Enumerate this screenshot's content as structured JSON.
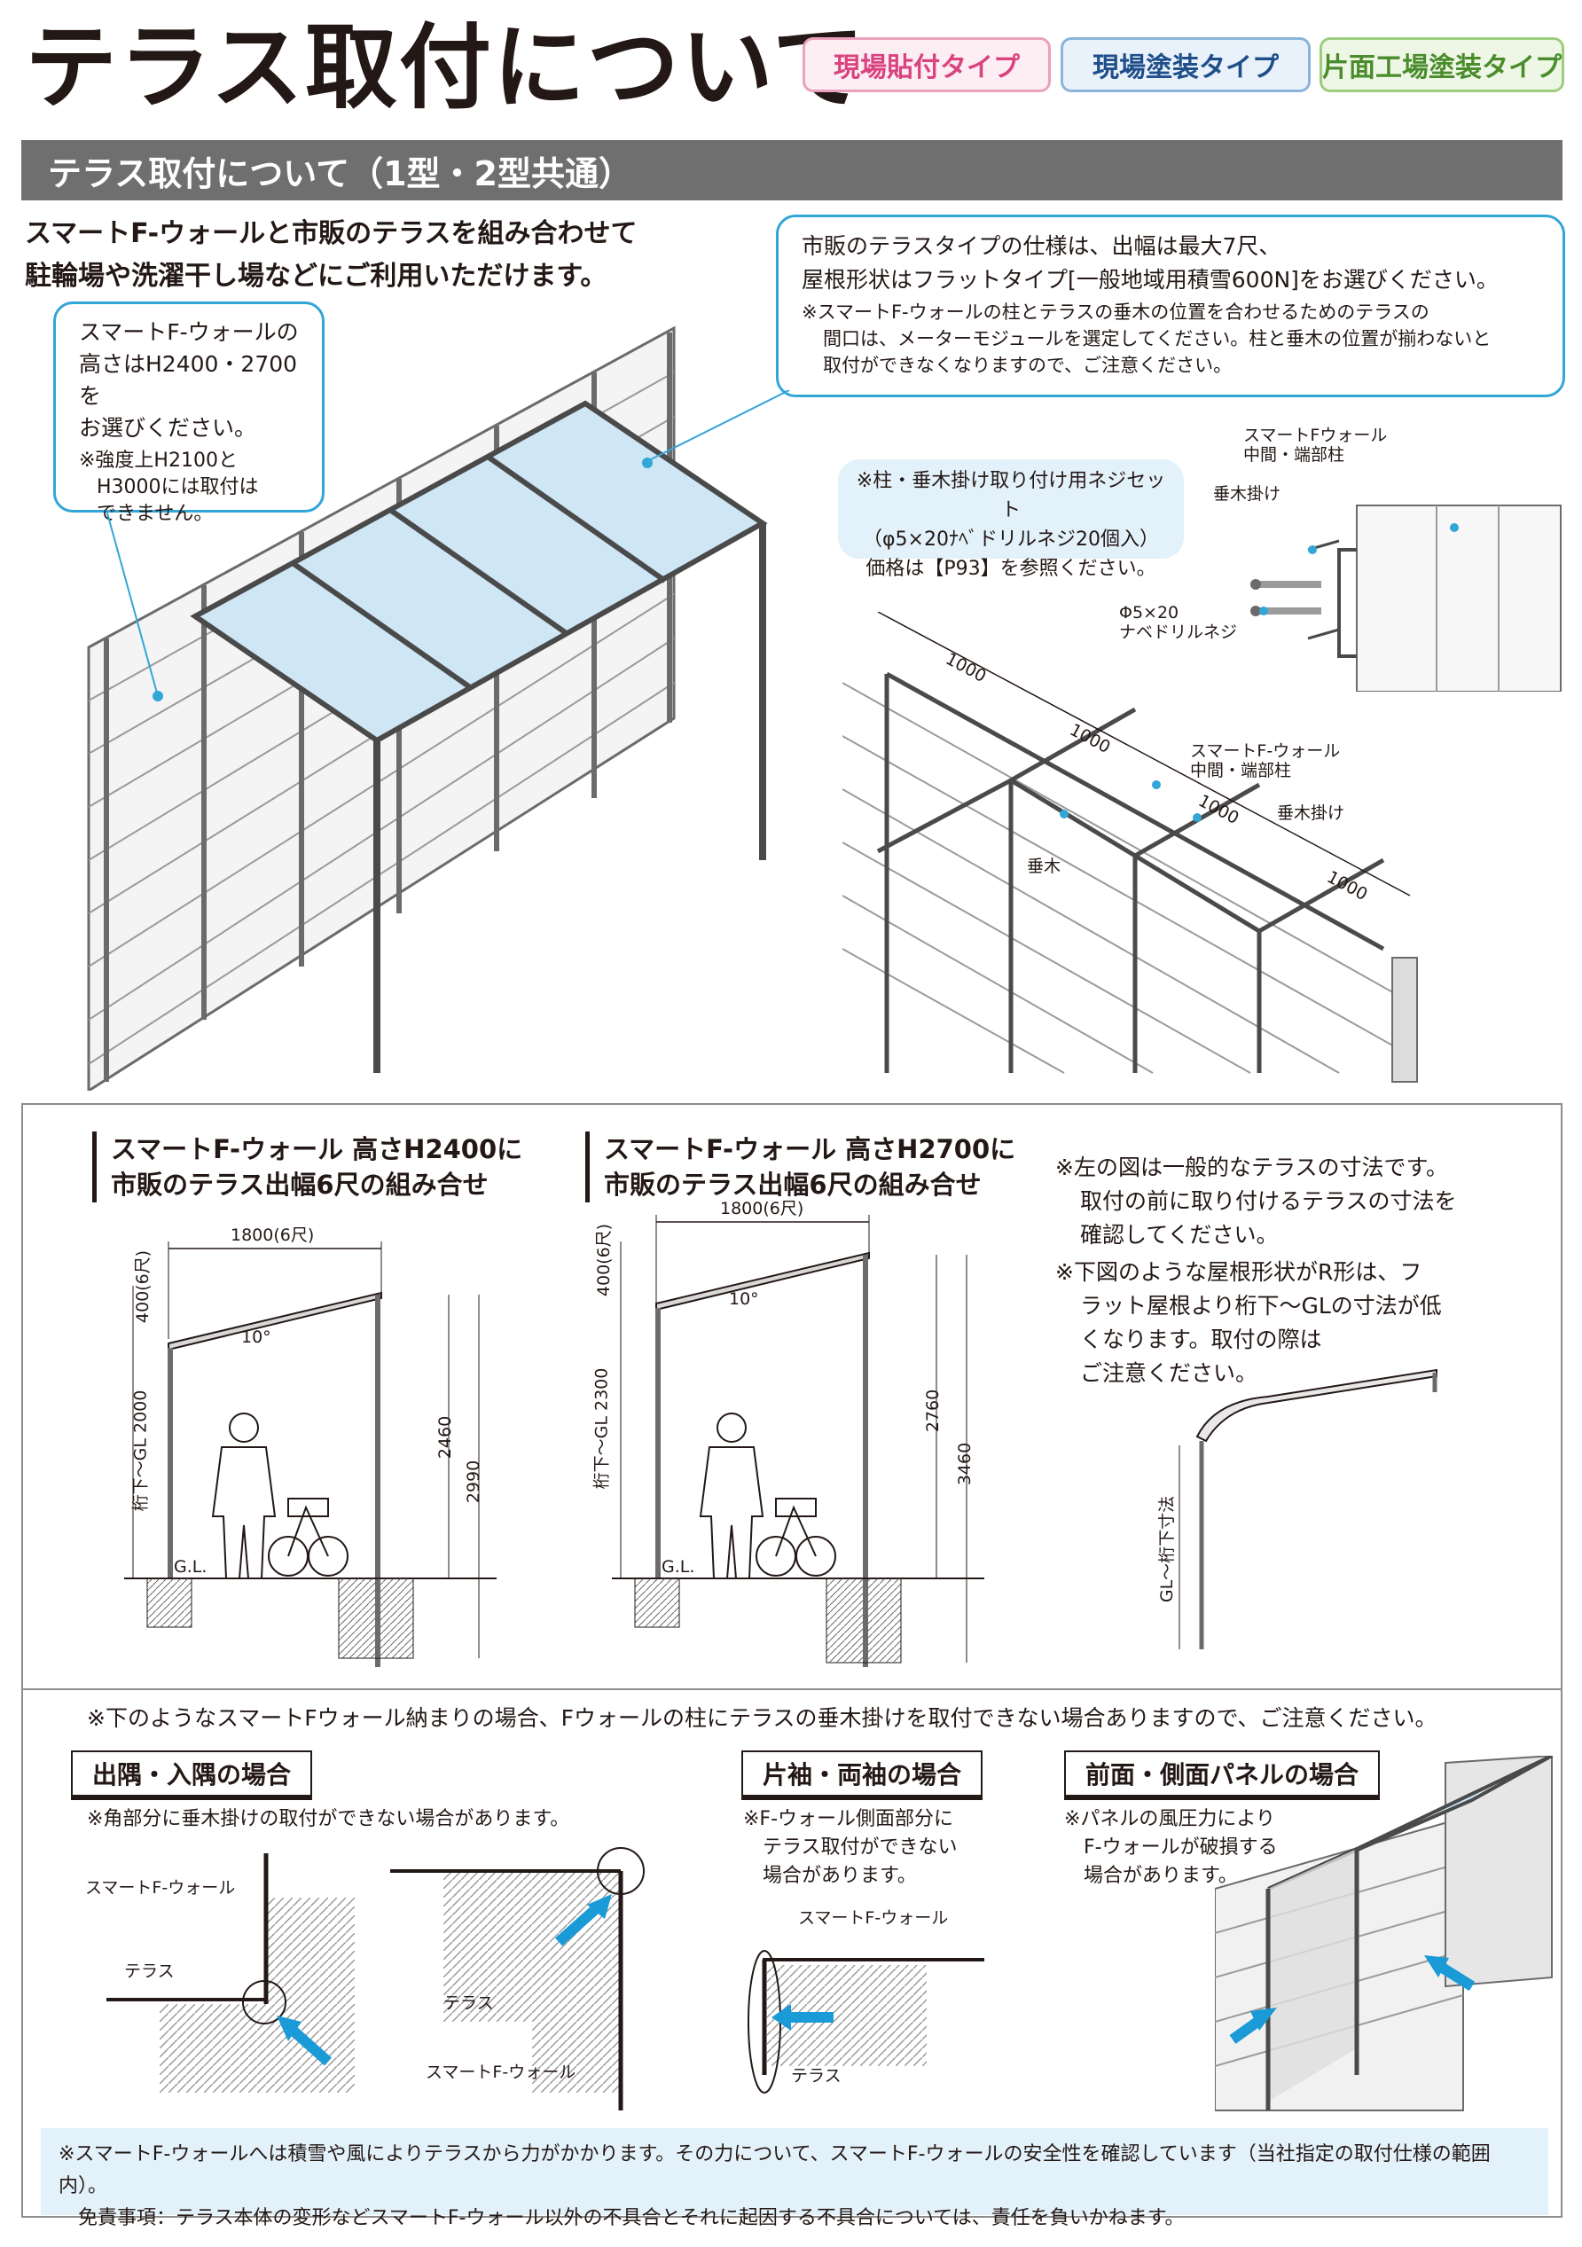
{
  "header": {
    "title": "テラス取付について",
    "badges": [
      "現場貼付タイプ",
      "現場塗装タイプ",
      "片面工場塗装タイプ"
    ]
  },
  "section": {
    "title": "テラス取付について（1型・2型共通）"
  },
  "intro": {
    "line1": "スマートF-ウォールと市販のテラスを組み合わせて",
    "line2": "駐輪場や洗濯干し場などにご利用いただけます。"
  },
  "callout_height": {
    "line1": "スマートF-ウォールの",
    "line2": "高さはH2400・2700を",
    "line3": "お選びください。",
    "note1": "※強度上H2100と",
    "note2": "H3000には取付は",
    "note3": "できません。"
  },
  "callout_spec": {
    "line1": "市販のテラスタイプの仕様は、出幅は最大7尺、",
    "line2": "屋根形状はフラットタイプ[一般地域用積雪600N]をお選びください。",
    "note1": "※スマートF-ウォールの柱とテラスの垂木の位置を合わせるためのテラスの",
    "note2": "間口は、メーターモジュールを選定してください。柱と垂木の位置が揃わないと",
    "note3": "取付ができなくなりますので、ご注意ください。"
  },
  "callout_screw": {
    "line1": "※柱・垂木掛け取り付け用ネジセット",
    "line2": "（φ5×20ﾅﾍﾞドリルネジ20個入）",
    "line3": "価格は【P93】を参照ください。"
  },
  "detail_labels": {
    "post": "スマートFウォール",
    "post2": "中間・端部柱",
    "rafter_hanger": "垂木掛け",
    "screw1": "Φ5×20",
    "screw2": "ナベドリルネジ"
  },
  "plan_labels": {
    "dims": [
      "1000",
      "1000",
      "1000",
      "1000"
    ],
    "post1": "スマートF-ウォール",
    "post2": "中間・端部柱",
    "rafter_hanger": "垂木掛け",
    "rafter": "垂木"
  },
  "combo1": {
    "head1": "スマートF-ウォール 高さH2400に",
    "head2": "市販のテラス出幅6尺の組み合せ",
    "width": "1800(6尺)",
    "rise": "400(6尺)",
    "angle": "10°",
    "eave": "桁下～GL 2000",
    "h1": "2460",
    "h2": "2990",
    "gl": "G.L."
  },
  "combo2": {
    "head1": "スマートF-ウォール 高さH2700に",
    "head2": "市販のテラス出幅6尺の組み合せ",
    "width": "1800(6尺)",
    "rise": "400(6尺)",
    "angle": "10°",
    "eave": "桁下～GL 2300",
    "h1": "2760",
    "h2": "3460",
    "gl": "G.L."
  },
  "right_notes": {
    "n1a": "※左の図は一般的なテラスの寸法です。",
    "n1b": "取付の前に取り付けるテラスの寸法を",
    "n1c": "確認してください。",
    "n2a": "※下図のような屋根形状がR形は、フ",
    "n2b": "ラット屋根より桁下～GLの寸法が低",
    "n2c": "くなります。取付の際は",
    "n2d": "ご注意ください。",
    "gl_label": "GL～桁下寸法"
  },
  "caution": {
    "text": "※下のようなスマートFウォール納まりの場合、Fウォールの柱にテラスの垂木掛けを取付できない場合ありますので、ご注意ください。"
  },
  "case1": {
    "tab": "出隅・入隅の場合",
    "note": "※角部分に垂木掛けの取付ができない場合があります。",
    "wall_label": "スマートF-ウォール",
    "terrace_label": "テラス",
    "terrace_label2": "テラス",
    "wall_label2": "スマートF-ウォール"
  },
  "case2": {
    "tab": "片袖・両袖の場合",
    "note1": "※F-ウォール側面部分に",
    "note2": "テラス取付ができない",
    "note3": "場合があります。",
    "wall_label": "スマートF-ウォール",
    "terrace_label": "テラス"
  },
  "case3": {
    "tab": "前面・側面パネルの場合",
    "note1": "※パネルの風圧力により",
    "note2": "F-ウォールが破損する",
    "note3": "場合があります。"
  },
  "footer": {
    "line1": "※スマートF-ウォールへは積雪や風によりテラスから力がかかります。その力について、スマートF-ウォールの安全性を確認しています（当社指定の取付仕様の範囲内）。",
    "line2": "免責事項：テラス本体の変形などスマートF-ウォール以外の不具合とそれに起因する不具合については、責任を負いかねます。"
  },
  "colors": {
    "accent_blue": "#32a6d6",
    "section_gray": "#6f6f6f",
    "glass": "#cfe6f5",
    "arrow": "#1a9ad6"
  }
}
